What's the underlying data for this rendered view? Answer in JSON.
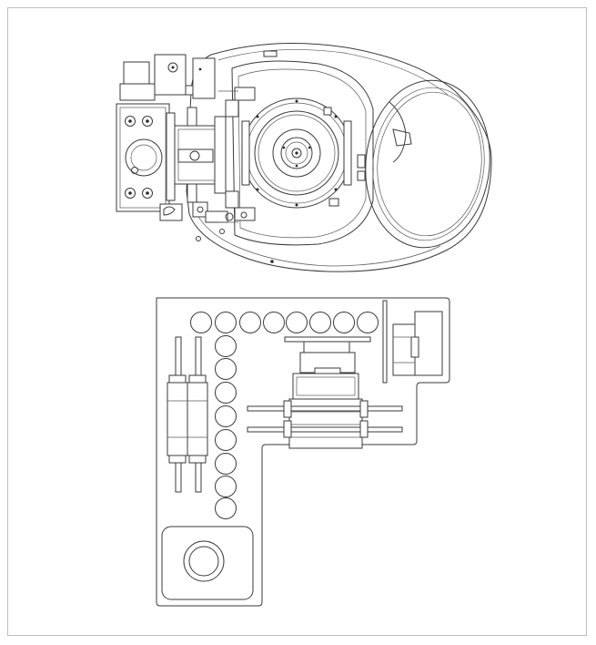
{
  "drawing": {
    "views": [
      {
        "id": "assembly-top-view",
        "kind": "mechanical-assembly"
      },
      {
        "id": "layout-plan-view",
        "kind": "component-layout"
      }
    ],
    "colors": {
      "line": "#3a3a3a",
      "frame": "#bdbdbd",
      "background": "#ffffff"
    },
    "layout": {
      "top_row_circles": 8,
      "column_circles": 8,
      "vertical_cylinders": 2,
      "horizontal_cylinders": 2
    }
  }
}
